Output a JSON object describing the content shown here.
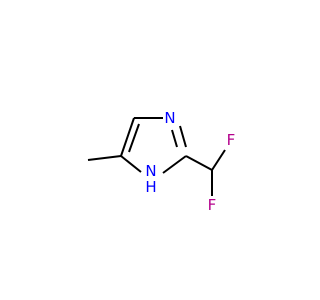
{
  "molecule": {
    "atoms": {
      "n3": {
        "symbol": "N",
        "color": "#0000ff"
      },
      "n1": {
        "symbol": "N",
        "color": "#0000ff"
      },
      "n1_h": {
        "symbol": "H",
        "color": "#0000ff"
      },
      "f1": {
        "symbol": "F",
        "color": "#b4008c"
      },
      "f2": {
        "symbol": "F",
        "color": "#b4008c"
      }
    },
    "bond_color": "#000000"
  }
}
